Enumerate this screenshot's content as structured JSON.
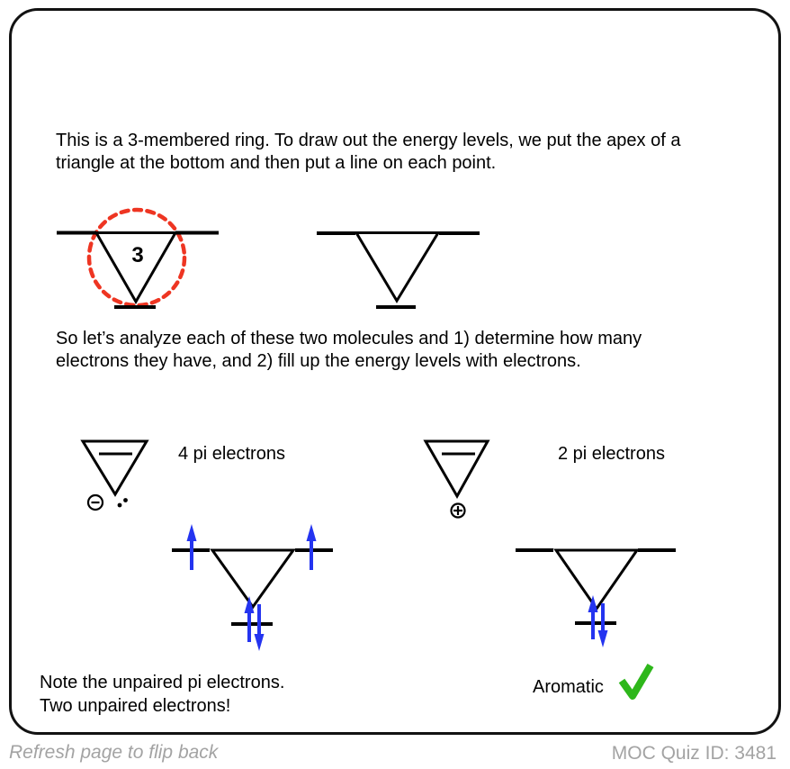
{
  "colors": {
    "electron_arrow": "#2434f0",
    "frost_circle": "#ee3522",
    "checkmark": "#2eb71b",
    "footer_text": "#a3a3a3"
  },
  "intro": {
    "p1": "This is a 3-membered ring. To draw out the energy levels, we put the apex of a\ntriangle at the bottom and then put a line on each point.",
    "p2": "So let’s analyze each of these two molecules and 1) determine how many\nelectrons they have, and 2) fill up the energy levels with electrons."
  },
  "frost": {
    "ring_size_label": "3"
  },
  "molecules": {
    "anion": {
      "label": "4 pi electrons"
    },
    "cation": {
      "label": "2 pi electrons"
    }
  },
  "energy_diagrams": {
    "anion": {
      "top_degenerate_levels_electrons": [
        "up",
        "up"
      ],
      "bottom_level_electrons": [
        "up",
        "down"
      ]
    },
    "cation": {
      "top_degenerate_levels_electrons": [],
      "bottom_level_electrons": [
        "up",
        "down"
      ]
    }
  },
  "results": {
    "note": "Note the unpaired pi electrons.\nTwo unpaired electrons!",
    "aromatic_label": "Aromatic"
  },
  "footer": {
    "refresh_hint": "Refresh page to flip back",
    "quiz_id": "MOC Quiz ID: 3481"
  }
}
